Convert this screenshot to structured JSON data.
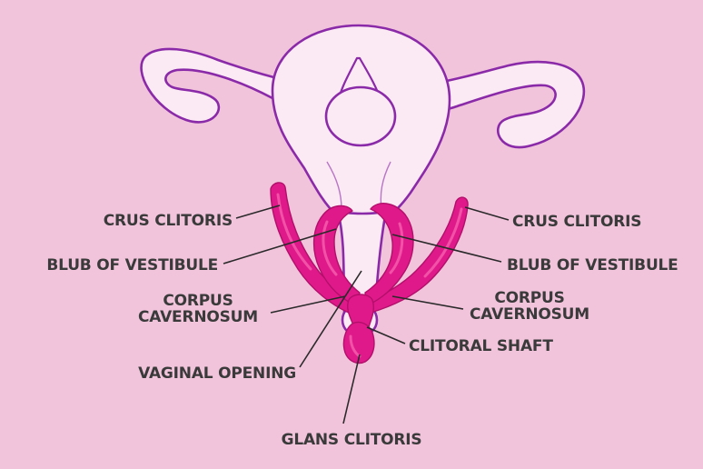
{
  "labels": {
    "crus_left": "CRUS CLITORIS",
    "crus_right": "CRUS CLITORIS",
    "bulb_left": "BLUB OF VESTIBULE",
    "bulb_right": "BLUB OF VESTIBULE",
    "corpus_left_line1": "CORPUS",
    "corpus_left_line2": "CAVERNOSUM",
    "corpus_right_line1": "CORPUS",
    "corpus_right_line2": "CAVERNOSUM",
    "clitoral_shaft": "CLITORAL SHAFT",
    "vaginal_opening": "VAGINAL OPENING",
    "glans_clitoris": "GLANS CLITORIS"
  },
  "colors": {
    "background": "#f2c4dc",
    "uterus_fill": "#fbe9f3",
    "uterus_outline": "#8a2aa8",
    "clitoris_fill": "#e0198a",
    "label_text": "#3a3a3a"
  }
}
